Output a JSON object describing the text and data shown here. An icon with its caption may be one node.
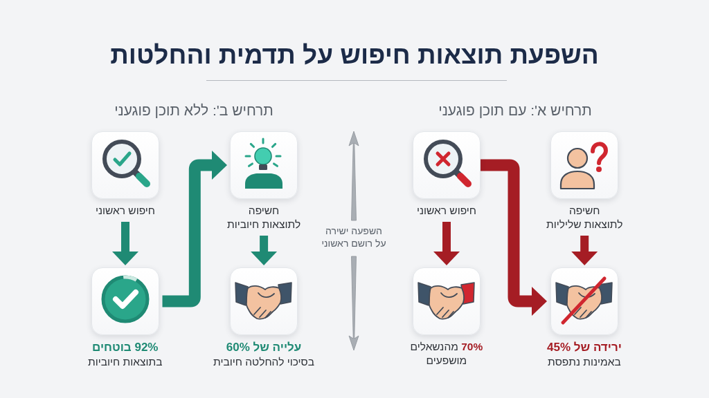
{
  "diagram": {
    "title": "השפעת תוצאות חיפוש על תדמית והחלטות",
    "nodes": [
      {
        "text": [
          "חשיפה לתוצאות שליליות"
        ]
      },
      {
        "text": [
          "חיפוש ראשוני"
        ]
      },
      {
        "text": [
          "ירידה של 45%",
          "באמינות נתפסת"
        ]
      },
      {
        "text": [
          "**70%** מהנשאלים מושפעים"
        ]
      },
      {
        "text": [
          "חשיפה לתוצאות חיוביות"
        ]
      },
      {
        "text": [
          "חיפוש ראשוני"
        ]
      },
      {
        "text": [
          "עלייה של 60%",
          "בסיכוי להחלטה חיובית"
        ]
      },
      {
        "text": [
          "92% בוטחים",
          "בתוצאות חיוביות"
        ]
      }
    ],
    "edges": [
      {
        "from": 0,
        "to": 2,
        "arrow": "to",
        "color": "#a51d24"
      },
      {
        "from": 1,
        "to": 3,
        "arrow": "to",
        "color": "#a51d24"
      },
      {
        "from": 1,
        "to": 2,
        "arrow": "to",
        "color": "#a51d24"
      },
      {
        "from": 4,
        "to": 6,
        "arrow": "to",
        "color": "#1f8a74"
      },
      {
        "from": 5,
        "to": 7,
        "arrow": "to",
        "color": "#1f8a74"
      },
      {
        "from": 7,
        "to": 4,
        "arrow": "to",
        "color": "#1f8a74"
      }
    ],
    "labels": [
      "תרחיש א': עם תוכן פוגעני",
      "תרחיש ב': ללא תוכן פוגעני",
      "השפעה ישירה על רושם ראשוני"
    ]
  }
}
